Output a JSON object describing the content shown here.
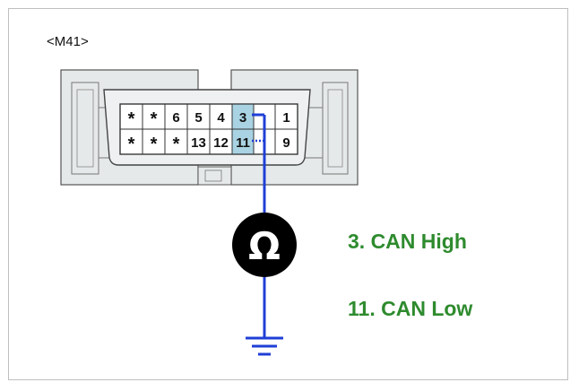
{
  "connector": {
    "label": "<M41>",
    "top_row": [
      "*",
      "*",
      "6",
      "5",
      "4",
      "3",
      "",
      "1"
    ],
    "bottom_row": [
      "*",
      "*",
      "*",
      "13",
      "12",
      "11",
      "",
      "9"
    ],
    "highlighted_pins": [
      "3",
      "11"
    ]
  },
  "meter": {
    "symbol": "Ω",
    "icon": "ohmmeter-icon"
  },
  "legend": {
    "item1": "3. CAN High",
    "item2": "11. CAN Low"
  },
  "colors": {
    "wire": "#1f3fd6",
    "legend_text": "#2e8b2e",
    "connector_fill": "#e6e9ea",
    "connector_stroke": "#555555",
    "highlight": "#a9d3e3",
    "meter_fill": "#000000"
  }
}
